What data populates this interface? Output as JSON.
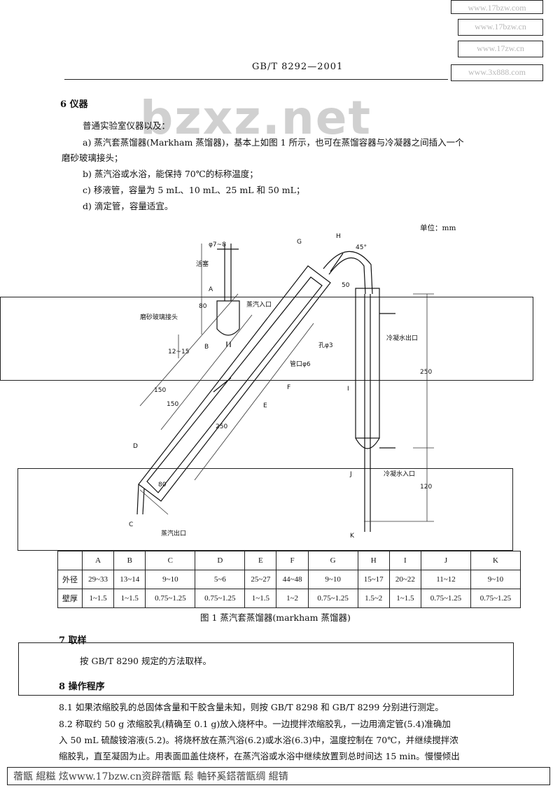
{
  "watermarks": {
    "top_boxes": [
      "www.17bzw.com",
      "www.17bzw.cn",
      "www.17zw.cn",
      "www.3x888.com"
    ],
    "big": "bzxz.net",
    "footer": "蓿甑 緄糍 炫www.17bzw.cn资辟蓿甑 鬆 軸钚奚鎝蓿甑绸 緄锖"
  },
  "header": {
    "code": "GB/T 8292—2001"
  },
  "section6": {
    "title": "6  仪器",
    "intro": "普通实验室仪器以及：",
    "item_a_line1": "a) 蒸汽套蒸馏器(Markham 蒸馏器)，基本上如图 1 所示，也可在蒸馏容器与冷凝器之间插入一个",
    "item_a_line2": "磨砂玻璃接头；",
    "item_b": "b) 蒸汽浴或水浴，能保持 70℃的标称温度；",
    "item_c": "c) 移液管，容量为 5 mL、10 mL、25 mL 和 50 mL；",
    "item_d": "d) 滴定管，容量适宜。"
  },
  "figure": {
    "unit": "单位：mm",
    "labels": {
      "phi": "φ7~8",
      "stopcock": "活塞",
      "ground_joint": "磨砂玻璃接头",
      "steam_in": "蒸汽入口",
      "steam_out": "蒸汽出口",
      "water_out": "冷凝水出口",
      "water_in": "冷凝水入口",
      "hole": "孔φ3",
      "tube_mouth": "管口φ6",
      "angle": "45°",
      "A": "A",
      "B": "B",
      "C": "C",
      "D": "D",
      "E": "E",
      "F": "F",
      "G": "G",
      "H": "H",
      "I": "I",
      "J": "J",
      "K": "K",
      "d80a": "80",
      "d12_15": "12~15",
      "d150a": "150",
      "d150b": "150",
      "d250a": "250",
      "d250b": "250",
      "d80b": "80",
      "d120": "120",
      "d50": "50"
    },
    "table": {
      "columns": [
        "",
        "A",
        "B",
        "C",
        "D",
        "E",
        "F",
        "G",
        "H",
        "I",
        "J",
        "K"
      ],
      "rows": [
        [
          "外径",
          "29~33",
          "13~14",
          "9~10",
          "5~6",
          "25~27",
          "44~48",
          "9~10",
          "15~17",
          "20~22",
          "11~12",
          "9~10"
        ],
        [
          "壁厚",
          "1~1.5",
          "1~1.5",
          "0.75~1.25",
          "0.75~1.25",
          "1~1.5",
          "1~2",
          "0.75~1.25",
          "1.5~2",
          "1~1.5",
          "0.75~1.25",
          "0.75~1.25"
        ]
      ]
    },
    "caption": "图 1  蒸汽套蒸馏器(markham 蒸馏器)"
  },
  "section7": {
    "title": "7  取样",
    "text": "按 GB/T 8290 规定的方法取样。"
  },
  "section8": {
    "title": "8  操作程序",
    "p81": "8.1  如果浓缩胶乳的总固体含量和干胶含量未知，则按 GB/T 8298 和 GB/T 8299 分别进行测定。",
    "p82_line1": "8.2  称取约 50 g 浓缩胶乳(精确至 0.1 g)放入烧杯中。一边搅拌浓缩胶乳，一边用滴定管(5.4)准确加",
    "p82_line2": "入 50 mL 硫酸铵溶液(5.2)。将烧杯放在蒸汽浴(6.2)或水浴(6.3)中，温度控制在 70℃，并继续搅拌浓",
    "p82_line3": "缩胶乳，直至凝固为止。用表面皿盖住烧杯，在蒸汽浴或水浴中继续放置到总时间达 15 min。慢慢倾出"
  }
}
